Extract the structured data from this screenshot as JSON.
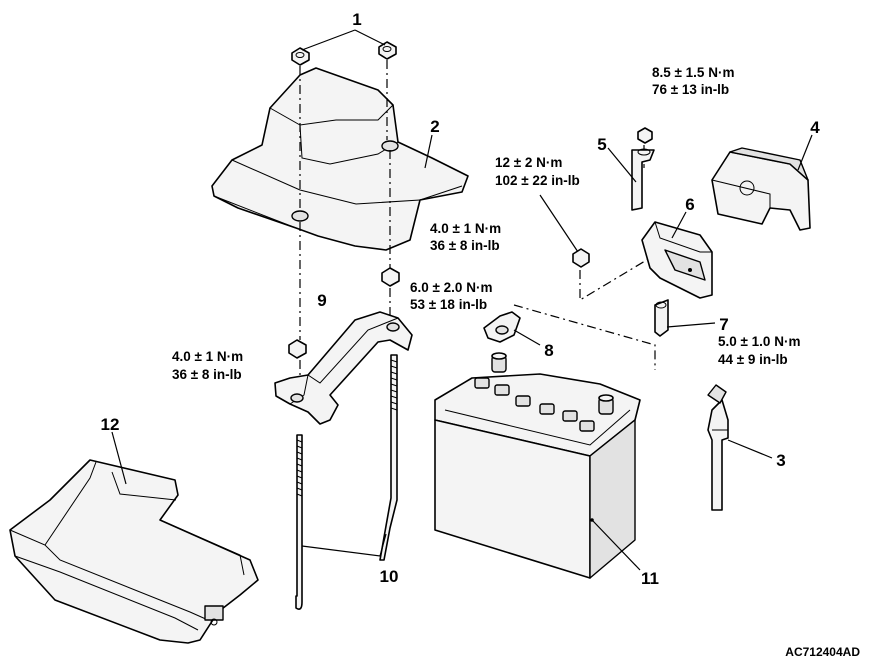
{
  "callouts": [
    "1",
    "2",
    "3",
    "4",
    "5",
    "6",
    "7",
    "8",
    "9",
    "10",
    "11",
    "12"
  ],
  "torques": {
    "t85": [
      "8.5 ± 1.5 N·m",
      "76 ± 13 in-lb"
    ],
    "t12": [
      "12 ± 2 N·m",
      "102 ± 22 in-lb"
    ],
    "t4a": [
      "4.0 ± 1 N·m",
      "36 ± 8 in-lb"
    ],
    "t6": [
      "6.0 ± 2.0 N·m",
      "53 ± 18 in-lb"
    ],
    "t4b": [
      "4.0 ± 1 N·m",
      "36 ± 8 in-lb"
    ],
    "t5": [
      "5.0 ± 1.0 N·m",
      "44 ± 9 in-lb"
    ]
  },
  "figure_code": "AC712404AD"
}
